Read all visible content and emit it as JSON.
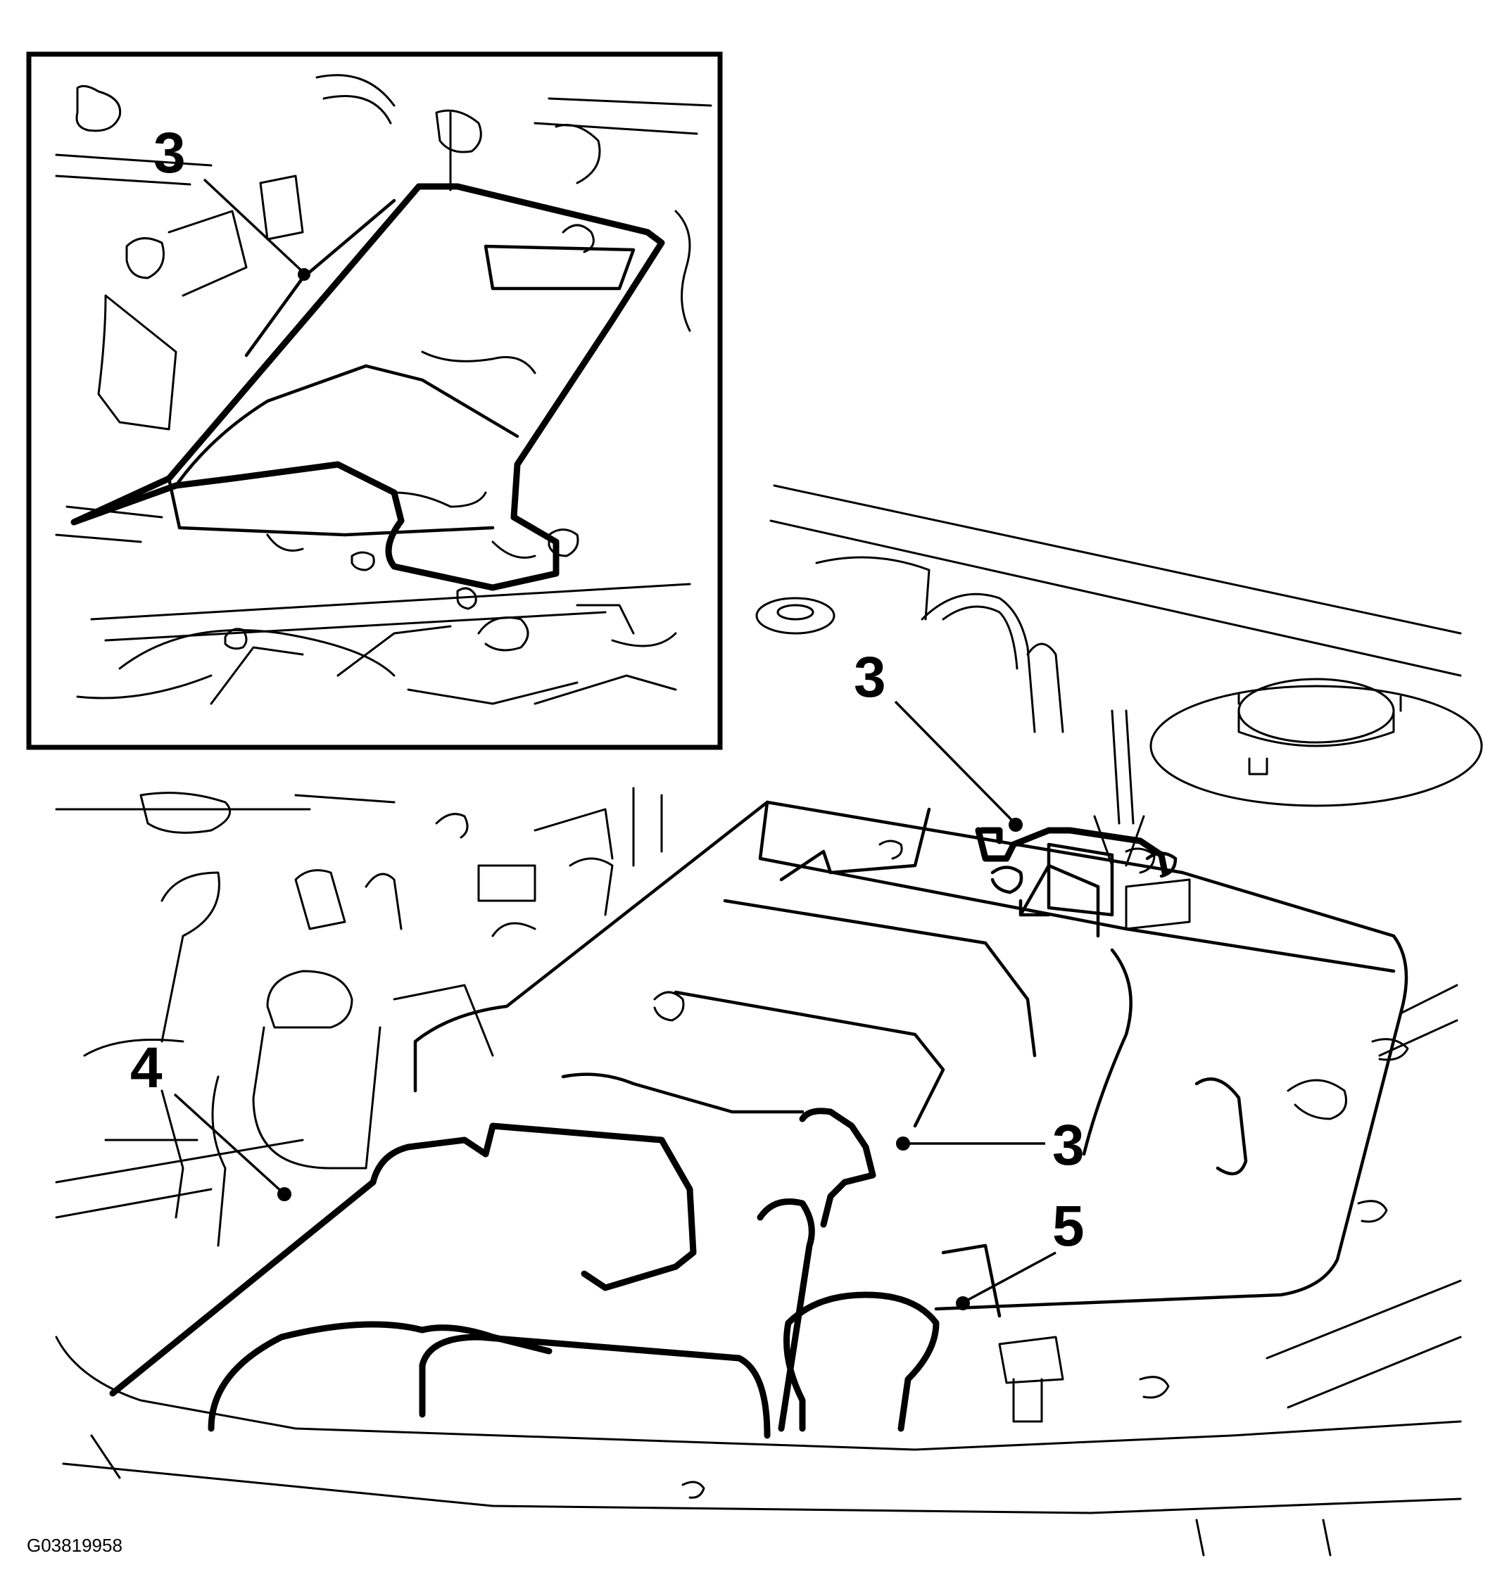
{
  "figure_id": "G03819958",
  "callouts": {
    "inset_3": "3",
    "main_3_upper": "3",
    "main_3_lower": "3",
    "main_4": "4",
    "main_5": "5"
  }
}
